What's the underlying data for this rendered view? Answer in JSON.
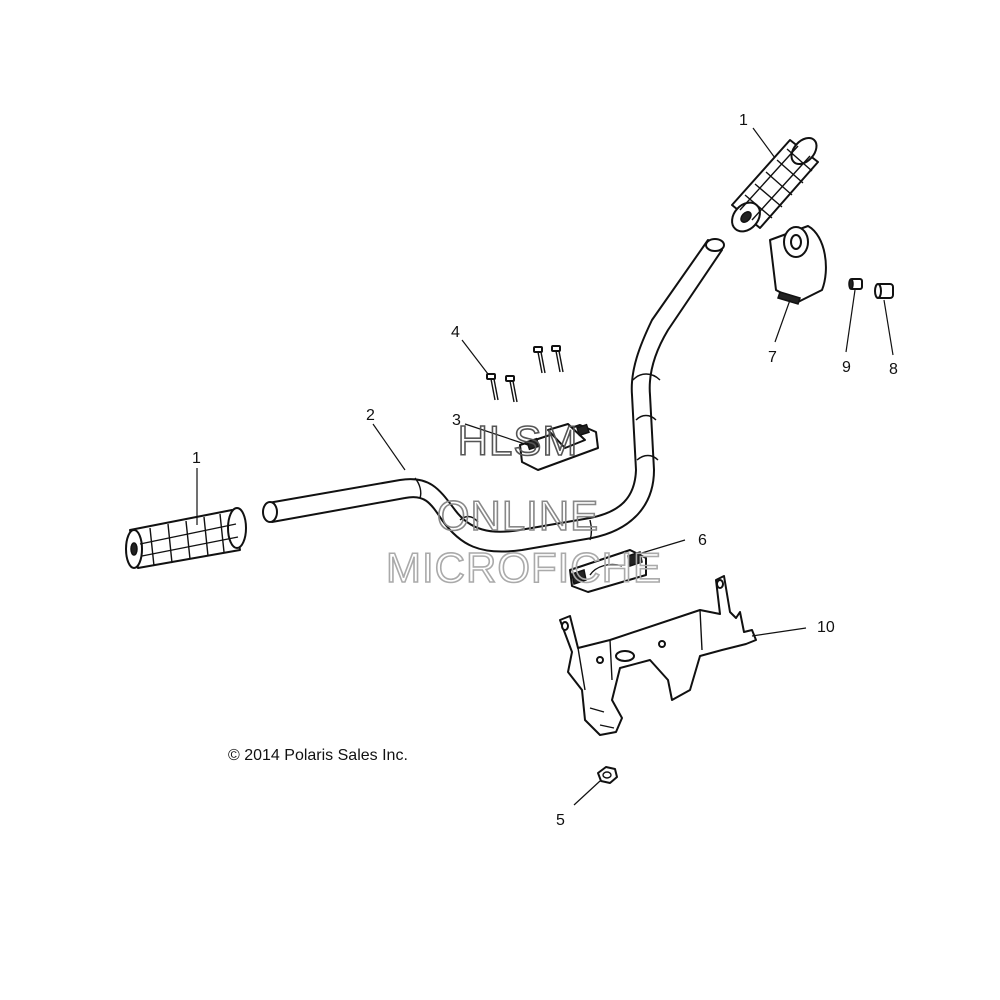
{
  "diagram": {
    "callouts": [
      {
        "id": "c1a",
        "label": "1"
      },
      {
        "id": "c1b",
        "label": "1"
      },
      {
        "id": "c2",
        "label": "2"
      },
      {
        "id": "c3",
        "label": "3"
      },
      {
        "id": "c4",
        "label": "4"
      },
      {
        "id": "c5",
        "label": "5"
      },
      {
        "id": "c6",
        "label": "6"
      },
      {
        "id": "c7",
        "label": "7"
      },
      {
        "id": "c8",
        "label": "8"
      },
      {
        "id": "c9",
        "label": "9"
      },
      {
        "id": "c10",
        "label": "10"
      }
    ],
    "copyright": "© 2014 Polaris Sales Inc.",
    "watermark": {
      "line1": "HLSM",
      "line2": "ONLINE",
      "line3": "MICROFICHE",
      "colors": [
        "#555555",
        "#888888",
        "#aaaaaa"
      ]
    }
  }
}
